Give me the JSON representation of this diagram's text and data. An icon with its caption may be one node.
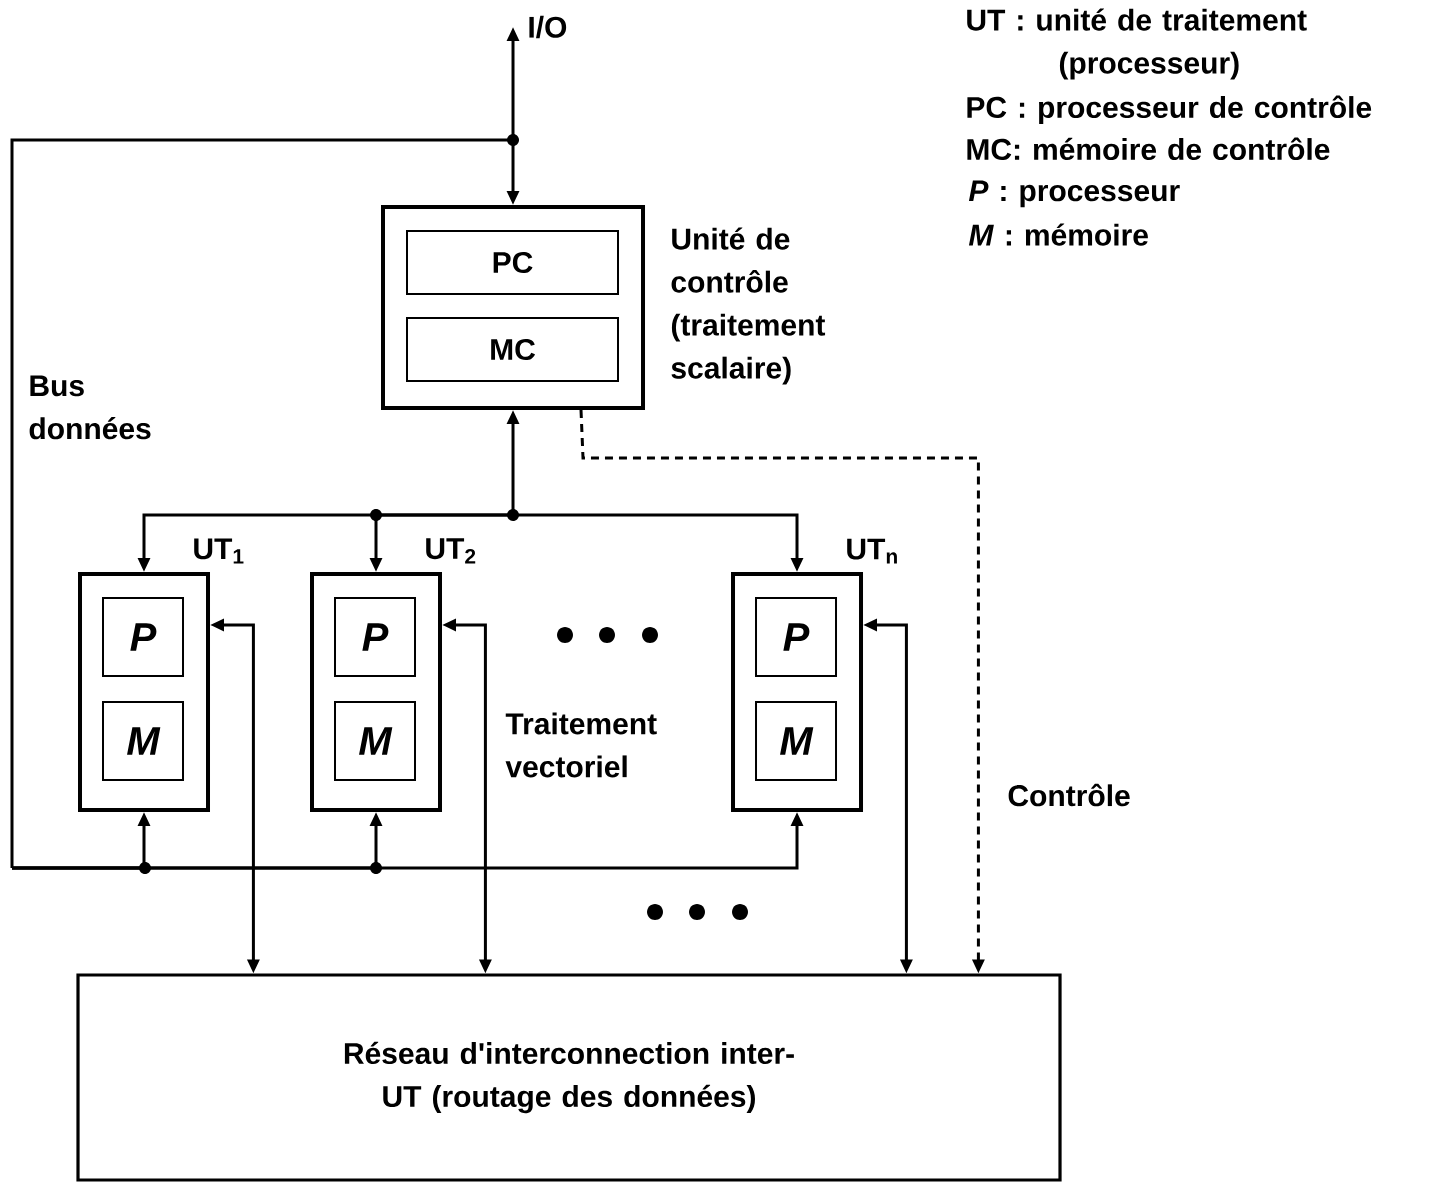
{
  "diagram": {
    "nodes": [
      {
        "text": [
          "Unité de contrôle (traitement scalaire)"
        ]
      },
      {
        "text": [
          "PC"
        ],
        "in": 0
      },
      {
        "text": [
          "MC"
        ],
        "in": 0
      },
      {
        "text": [
          "UT$_{1}$"
        ]
      },
      {
        "text": [
          "P"
        ],
        "in": 3
      },
      {
        "text": [
          "M"
        ],
        "in": 3
      },
      {
        "text": [
          "UT$_{2}$"
        ]
      },
      {
        "text": [
          "P"
        ],
        "in": 6
      },
      {
        "text": [
          "M"
        ],
        "in": 6
      },
      {
        "text": [
          "UT$_{n}$"
        ]
      },
      {
        "text": [
          "P"
        ],
        "in": 9
      },
      {
        "text": [
          "M"
        ],
        "in": 9
      },
      {
        "text": [
          "Réseau d'interconnection inter-UT (routage des données)"
        ]
      },
      {
        "text": [
          "I/O"
        ]
      }
    ],
    "edges": [
      {
        "from": 13,
        "to": 0,
        "arrow": "both"
      },
      {
        "from": 13,
        "to": 3,
        "arrow": "both"
      },
      {
        "from": 13,
        "to": 6,
        "arrow": "both"
      },
      {
        "from": 13,
        "to": 9,
        "arrow": "both"
      },
      {
        "from": 0,
        "to": 3,
        "arrow": "both"
      },
      {
        "from": 0,
        "to": 6,
        "arrow": "both"
      },
      {
        "from": 0,
        "to": 9,
        "arrow": "both"
      },
      {
        "from": 3,
        "to": 12,
        "arrow": "both"
      },
      {
        "from": 6,
        "to": 12,
        "arrow": "both"
      },
      {
        "from": 9,
        "to": 12,
        "arrow": "both"
      },
      {
        "from": 0,
        "to": 12,
        "arrow": "to",
        "style": "dashed",
        "label": "Contrôle"
      }
    ],
    "labels": [
      "Bus données",
      "Traitement vectoriel",
      "UT : unité de traitement (processeur)",
      "PC : processeur de contrôle",
      "MC: mémoire de contrôle",
      "*P* : processeur",
      "*M* : mémoire"
    ]
  }
}
